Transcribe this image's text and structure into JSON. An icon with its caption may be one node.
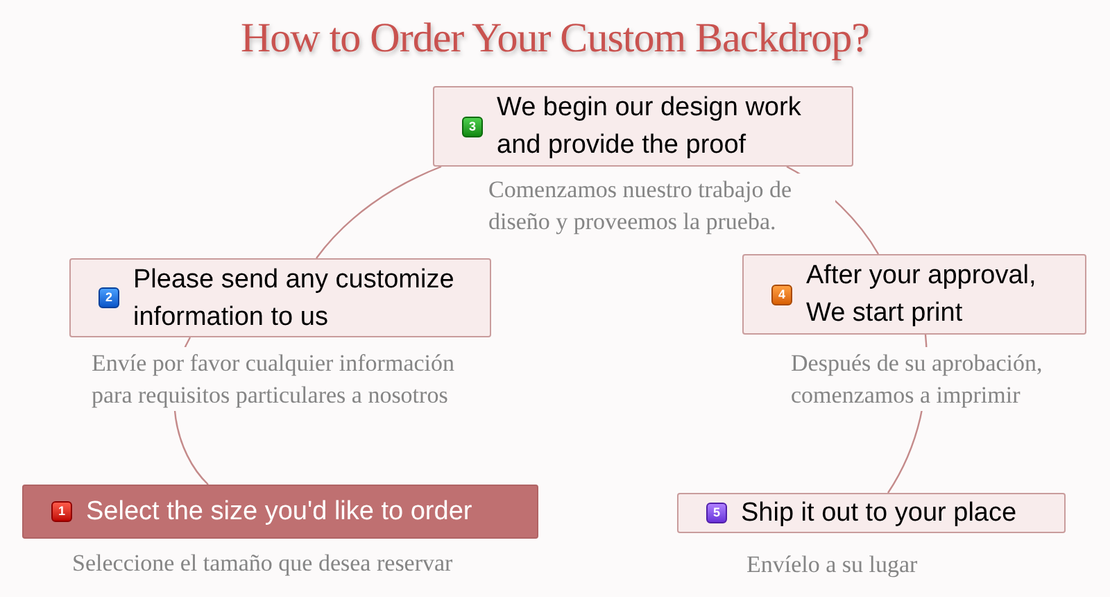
{
  "diagram": {
    "title": "How to Order Your Custom Backdrop?",
    "nodes": [
      {
        "text": [
          "1",
          "Select the size you'd like to order"
        ],
        "beside": [
          "Seleccione el tamaño que desea reservar"
        ]
      },
      {
        "text": [
          "2",
          "Please send any customize information to us"
        ],
        "beside": [
          "Envíe por favor cualquier información para requisitos particulares a nosotros"
        ]
      },
      {
        "text": [
          "3",
          "We begin our design work and provide the proof"
        ],
        "beside": [
          "Comenzamos nuestro trabajo de diseño y proveemos la prueba."
        ]
      },
      {
        "text": [
          "4",
          "After your approval, We start print"
        ],
        "beside": [
          "Después de su aprobación, comenzamos a imprimir"
        ]
      },
      {
        "text": [
          "5",
          "Ship it out to your place"
        ],
        "beside": [
          "Envíelo a su lugar"
        ]
      }
    ],
    "edges": [
      {
        "from": 0,
        "to": 1,
        "arrow": "none"
      },
      {
        "from": 1,
        "to": 2,
        "arrow": "none"
      },
      {
        "from": 2,
        "to": 3,
        "arrow": "none"
      },
      {
        "from": 3,
        "to": 4,
        "arrow": "none"
      }
    ]
  }
}
